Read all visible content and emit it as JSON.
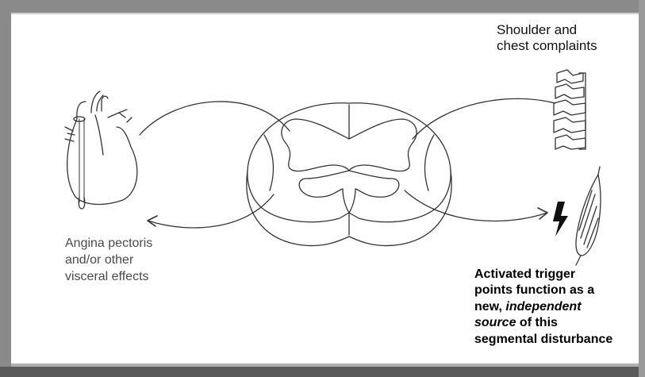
{
  "labels": {
    "shoulder_line1": "Shoulder and",
    "shoulder_line2": "chest complaints",
    "angina_line1": "Angina pectoris",
    "angina_line2": "and/or other",
    "angina_line3": "visceral effects",
    "trigger_line1": "Activated trigger",
    "trigger_line2": "points function as a",
    "trigger_line3a": "new, ",
    "trigger_line3b": "independent",
    "trigger_line4a": "source",
    "trigger_line4b": " of this",
    "trigger_line5": "segmental disturbance"
  },
  "icons": [
    "heart-icon",
    "spinal-cord-icon",
    "spine-icon",
    "lightning-icon",
    "muscle-icon"
  ],
  "colors": {
    "frame": "#808080",
    "line": "#333333",
    "text": "#111111",
    "label_gray": "#4a4a4a"
  }
}
